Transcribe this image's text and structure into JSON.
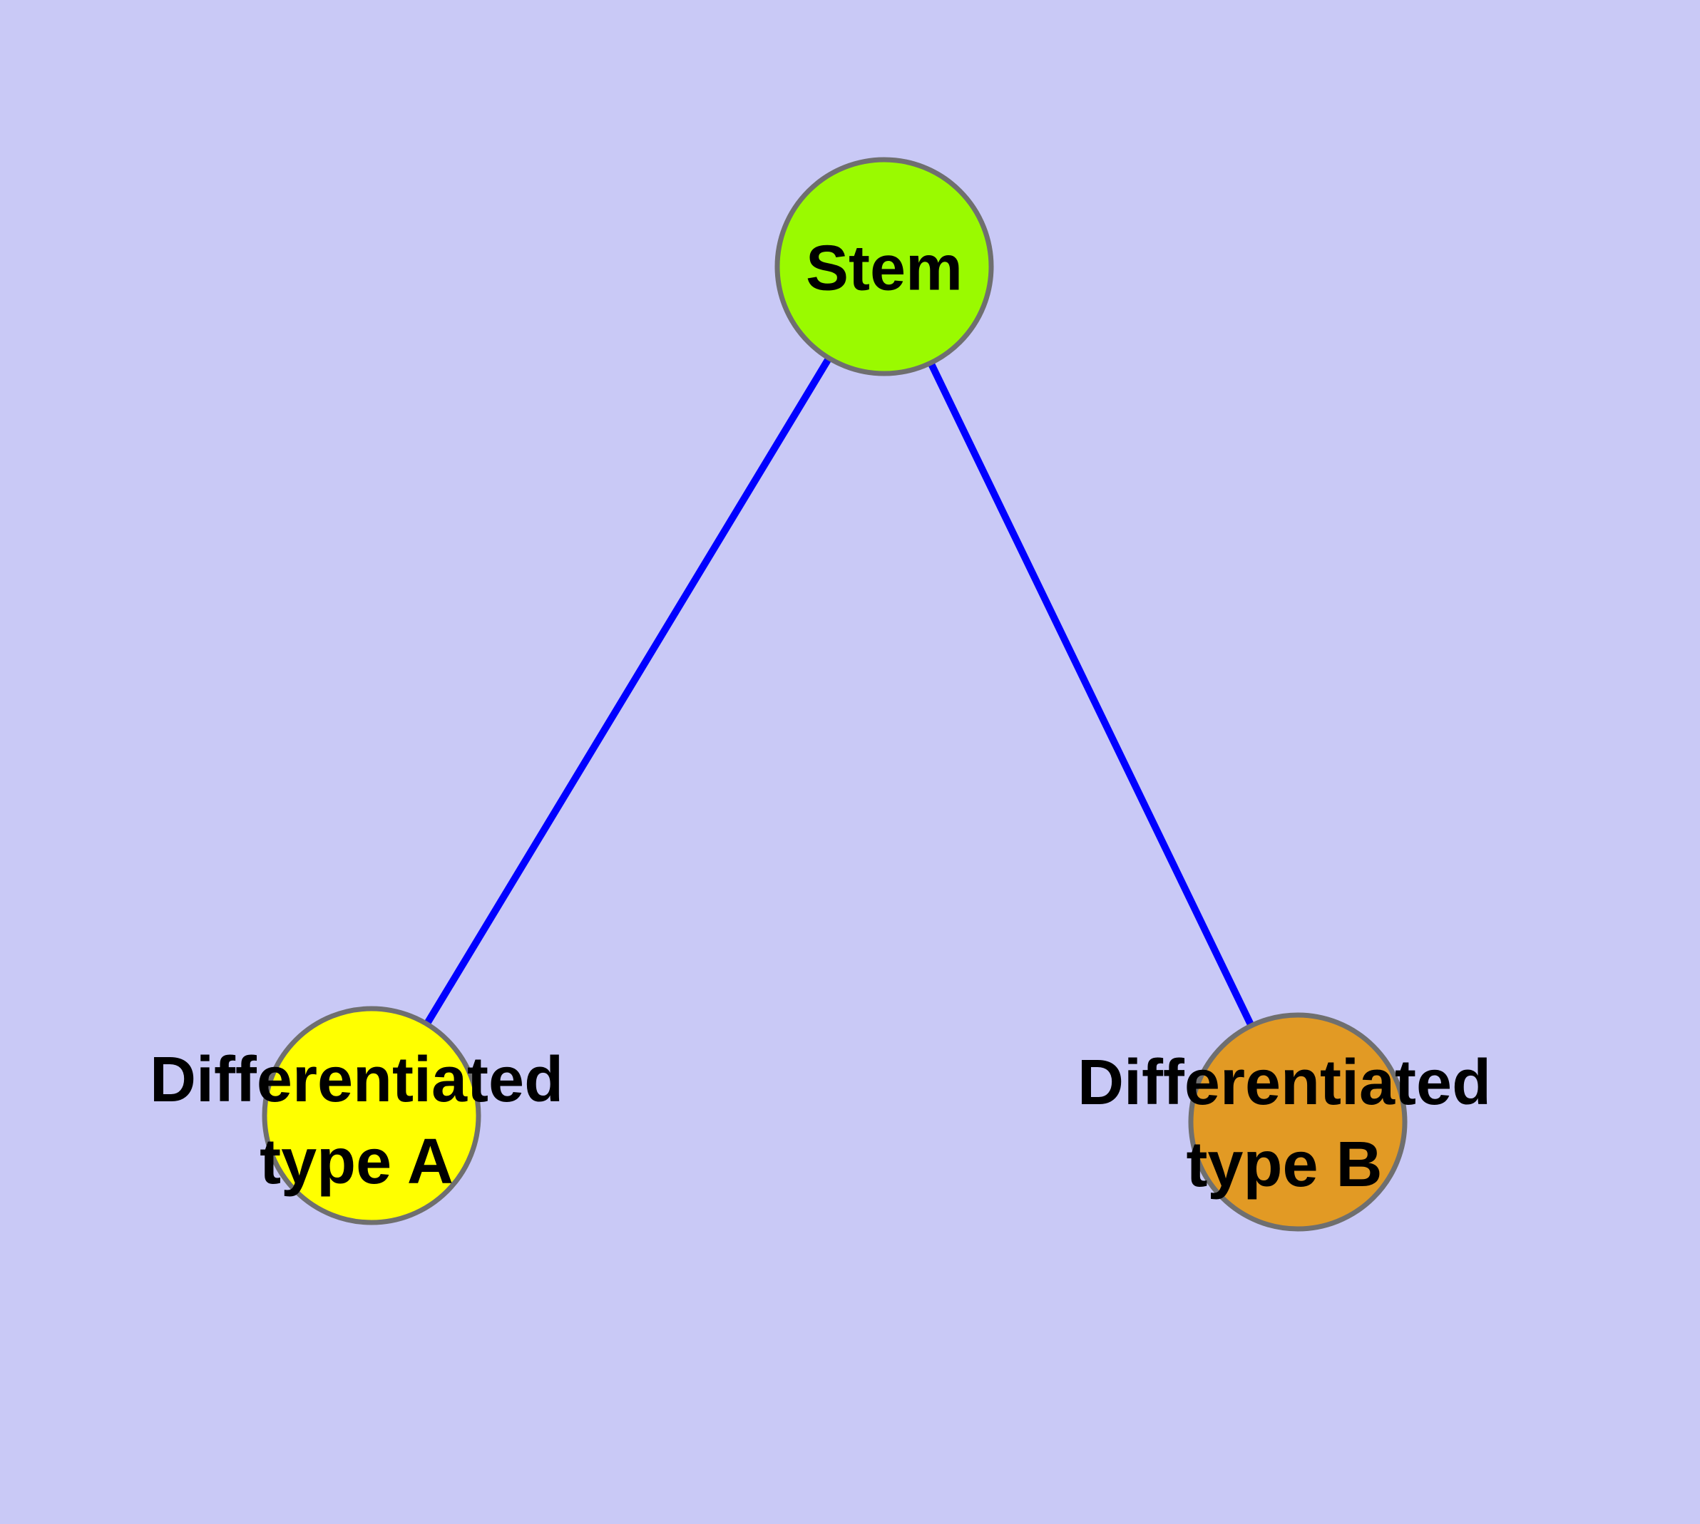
{
  "canvas": {
    "background": "#C9C9F6"
  },
  "colors": {
    "edge": "#0000FF",
    "node_border": "#6F6F6F",
    "label_text": "#000000"
  },
  "nodes": [
    {
      "id": "stem",
      "label": "Stem",
      "fill": "#9AFA00"
    },
    {
      "id": "differentiated-type-a",
      "label_line1": "Differentiated",
      "label_line2": "type A",
      "fill": "#FFFF00"
    },
    {
      "id": "differentiated-type-b",
      "label_line1": "Differentiated",
      "label_line2": "type B",
      "fill": "#E29A24"
    }
  ],
  "edges": [
    {
      "from": "Stem",
      "to": "Differentiated type A"
    },
    {
      "from": "Stem",
      "to": "Differentiated type B"
    }
  ]
}
